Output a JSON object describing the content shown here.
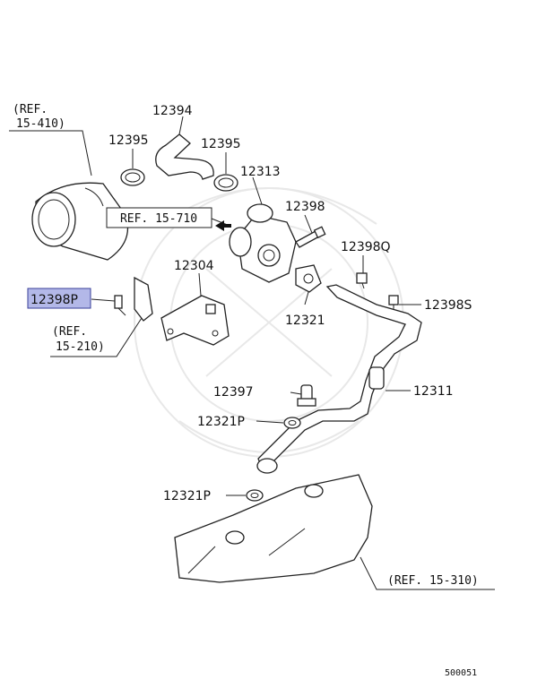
{
  "parts": {
    "p12394": "12394",
    "p12395a": "12395",
    "p12395b": "12395",
    "p12313": "12313",
    "p12398": "12398",
    "p12398q": "12398Q",
    "p12304": "12304",
    "p12321": "12321",
    "p12398s": "12398S",
    "p12398p": "12398P",
    "p12397": "12397",
    "p12311": "12311",
    "p12321p_a": "12321P",
    "p12321p_b": "12321P"
  },
  "refs": {
    "ref_15_410_line1": "(REF.",
    "ref_15_410_line2": "15-410)",
    "ref_15_710": "REF. 15-710",
    "ref_15_210_line1": "(REF.",
    "ref_15_210_line2": "15-210)",
    "ref_15_310": "(REF. 15-310)"
  },
  "diagram_code": "500051",
  "colors": {
    "highlight_fill": "#b3b8e8",
    "highlight_stroke": "#3a3f9a"
  }
}
